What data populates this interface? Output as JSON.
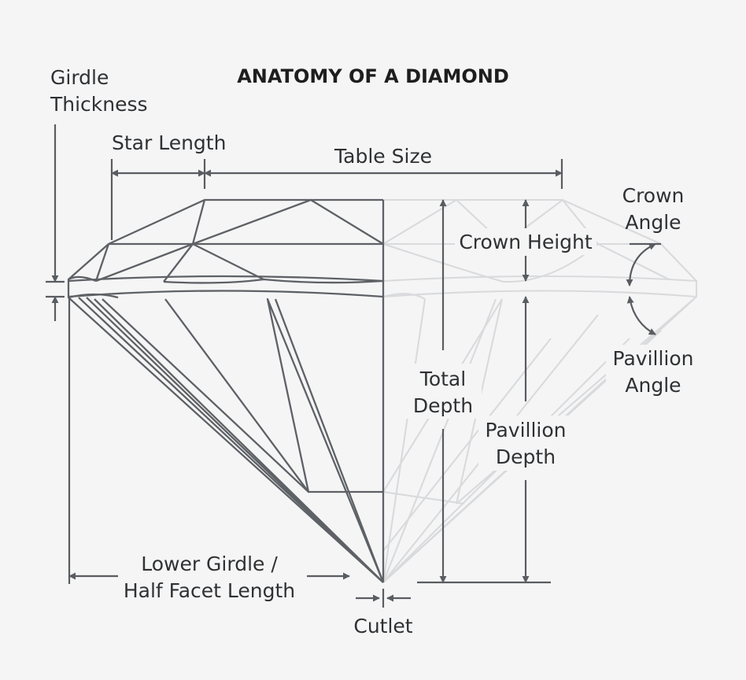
{
  "title": "ANATOMY OF A DIAMOND",
  "labels": {
    "girdle_thickness": [
      "Girdle",
      "Thickness"
    ],
    "star_length": "Star Length",
    "table_size": "Table Size",
    "crown_angle": [
      "Crown",
      "Angle"
    ],
    "crown_height": "Crown Height",
    "total_depth": [
      "Total",
      "Depth"
    ],
    "pavillion_angle": [
      "Pavillion",
      "Angle"
    ],
    "pavillion_depth": [
      "Pavillion",
      "Depth"
    ],
    "lower_girdle": [
      "Lower Girdle /",
      "Half Facet Length"
    ],
    "culet": "Cutlet"
  },
  "colors": {
    "background": "#f5f5f6",
    "diamond_left": "#5e6165",
    "diamond_right": "#d9dadc",
    "text": "#2f3133",
    "title": "#1e1e1e"
  }
}
